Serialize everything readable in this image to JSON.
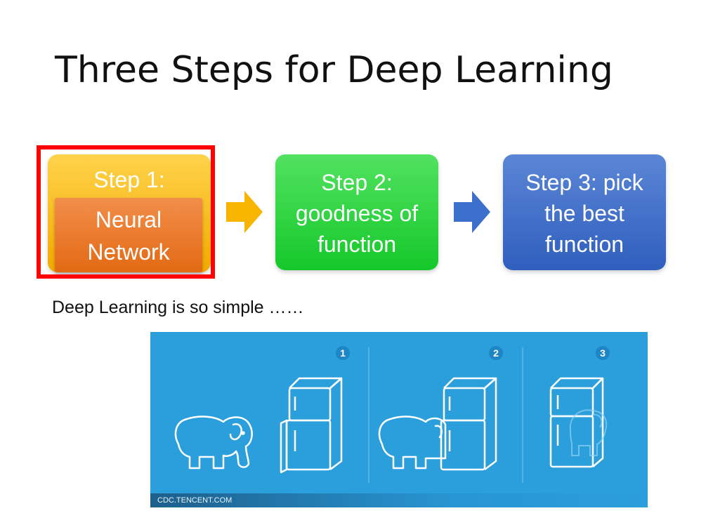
{
  "slide": {
    "title": "Three Steps for Deep Learning",
    "subtitle": "Deep Learning is so simple ……"
  },
  "steps": [
    {
      "label": "Step 1:",
      "inner_line1": "Neural",
      "inner_line2": "Network"
    },
    {
      "line1": "Step 2:",
      "line2": "goodness of",
      "line3": "function"
    },
    {
      "line1": "Step 3: pick",
      "line2": "the best",
      "line3": "function"
    }
  ],
  "illustration": {
    "badges": [
      "1",
      "2",
      "3"
    ],
    "credit": "CDC.TENCENT.COM"
  },
  "colors": {
    "highlight": "#ff0000",
    "step1": "#f2a900",
    "step1_inner": "#e36a14",
    "step2": "#15c82a",
    "step3": "#2f5fbe",
    "arrow1": "#f7b500",
    "arrow2": "#3d6fcc",
    "panel": "#2b9fdb"
  }
}
